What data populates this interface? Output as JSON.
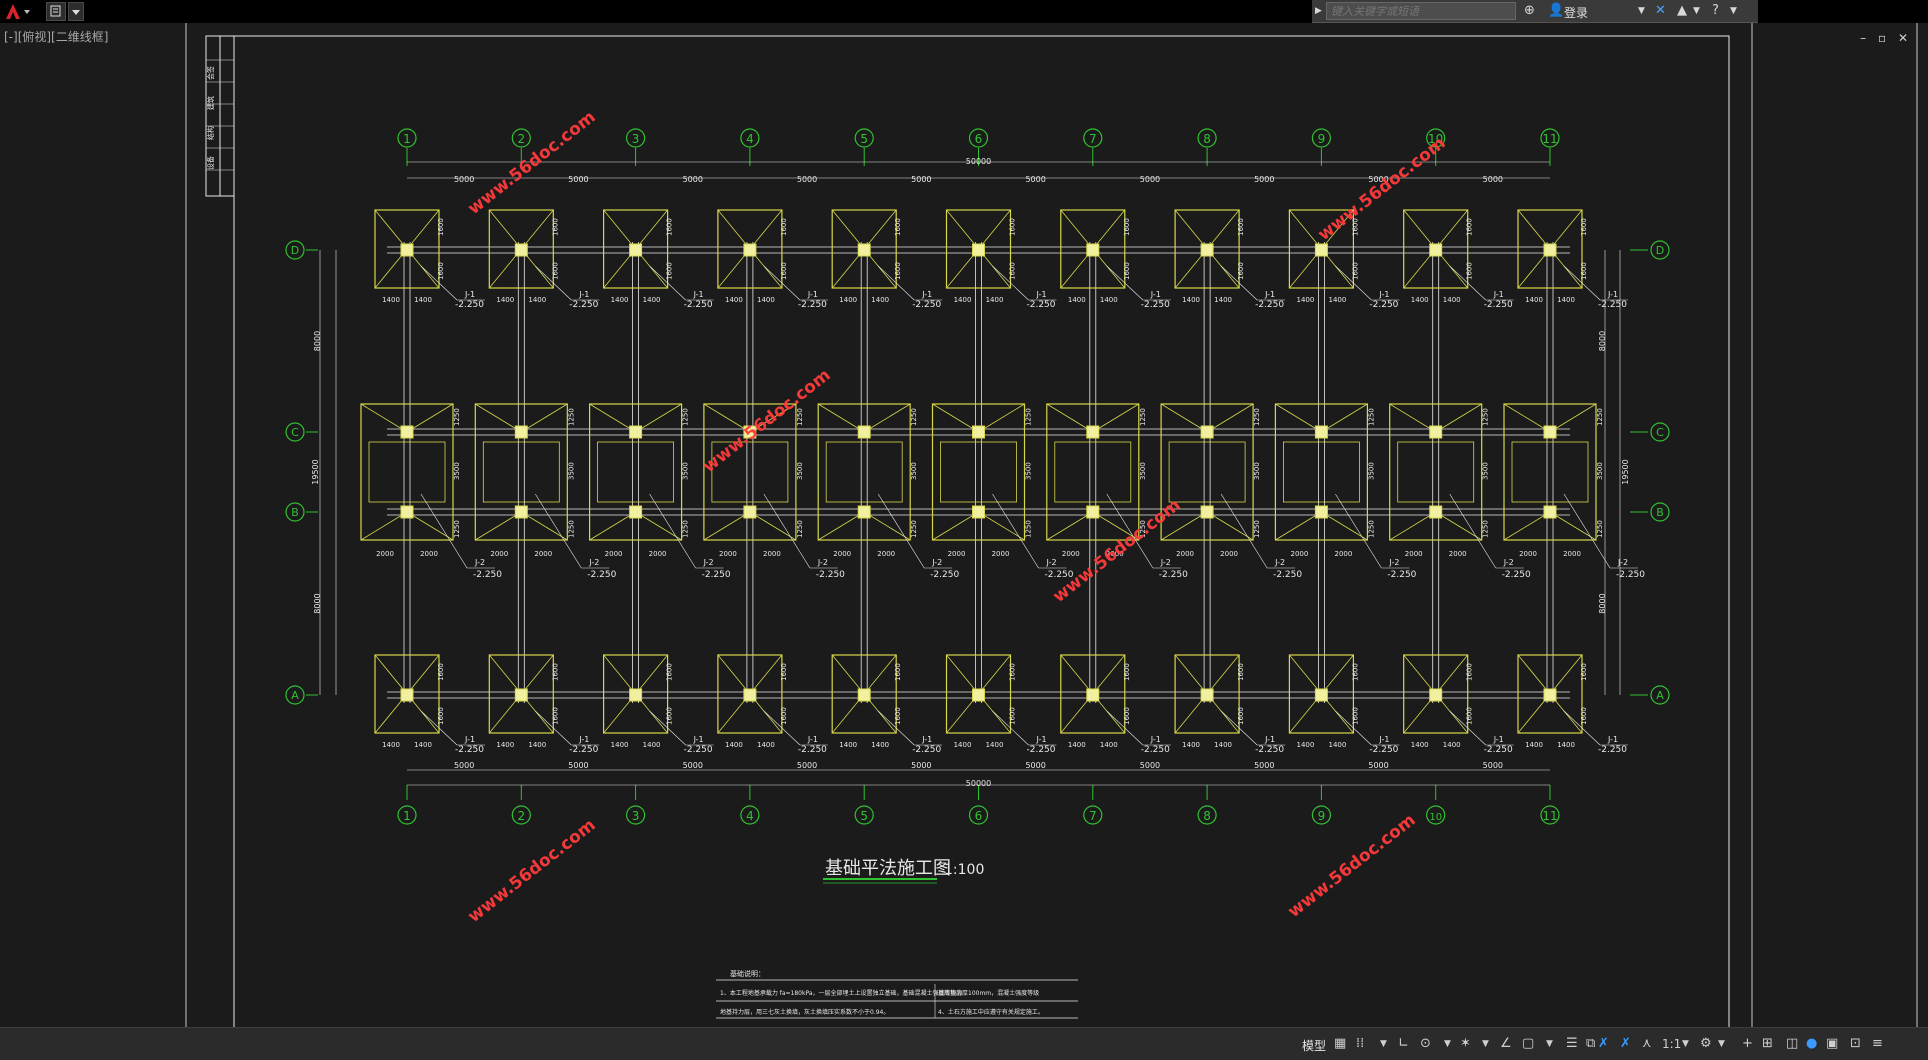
{
  "titlebar": {
    "search_placeholder": "键入关键字或短语",
    "login_label": "登录",
    "app_menu_icon": "autocad-logo-icon",
    "help_icon": "help-icon"
  },
  "viewport": {
    "view_label": "[-][俯视][二维线框]",
    "window_controls": [
      "–",
      "▫",
      "✕"
    ]
  },
  "drawing": {
    "title": "基础平法施工图",
    "scale": "1:100",
    "axis_numbers": [
      "1",
      "2",
      "3",
      "4",
      "5",
      "6",
      "7",
      "8",
      "9",
      "10",
      "11"
    ],
    "axis_letters": [
      "D",
      "C",
      "B",
      "A"
    ],
    "bay_dim": "5000",
    "total_dim": "50000",
    "span_dim": "8000",
    "mid_span_dim": "3500",
    "total_depth_dim": "19500",
    "j1_label": "J-1",
    "j2_label": "J-2",
    "elevation": "-2.250",
    "j1_half": "1400",
    "j1_vert": "1600",
    "j2_half": "2000",
    "j2_vert": "1250",
    "watermark": "www.56doc.com",
    "notes_heading": "基础说明：",
    "notes": [
      "1、本工程地基承载力 fa=180kPa，一层全部埋土上设置独立基础，基础混凝土强度等级为",
      "地基持力层，用三七灰土换填，灰土换填压实系数不小于0.94。",
      "基底垫层厚100mm，混凝土强度等级",
      "4、土石方施工中应遵守有关规定施工。"
    ],
    "sidebar_labels": [
      "会签",
      "建筑",
      "结构",
      "设备"
    ]
  },
  "statusbar": {
    "model_label": "模型",
    "scale_label": "1:1"
  }
}
